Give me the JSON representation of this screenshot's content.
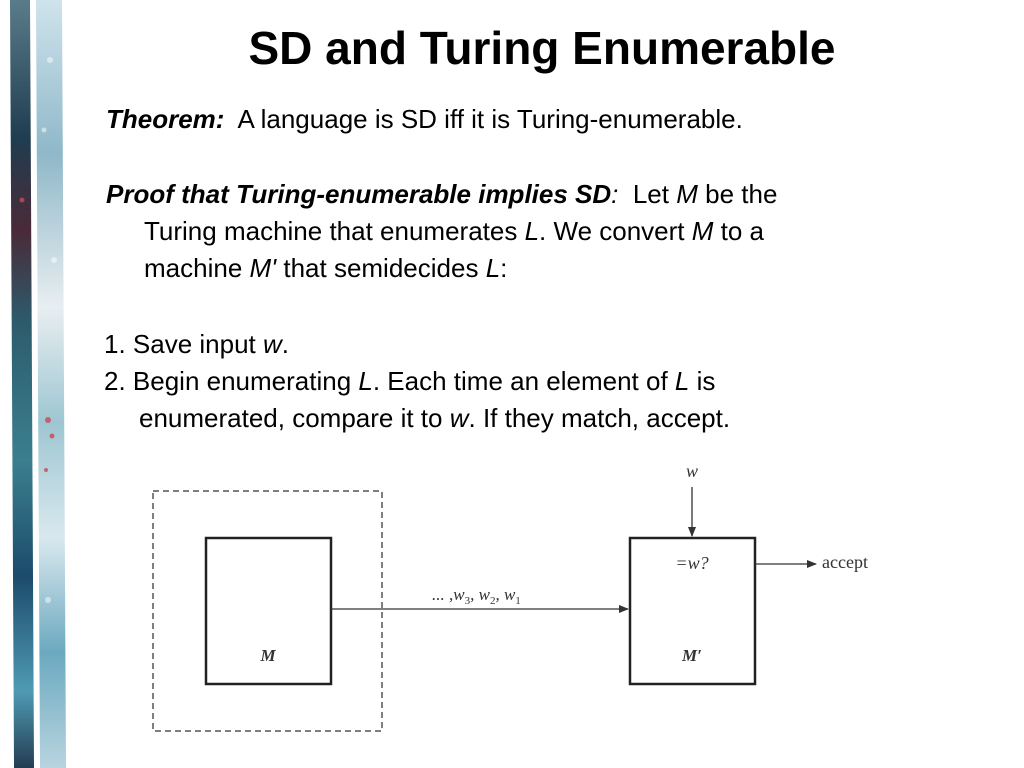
{
  "title": "SD and Turing Enumerable",
  "theorem": {
    "label": "Theorem:",
    "text": "A language is SD iff it is Turing-enumerable."
  },
  "proof": {
    "label": "Proof that Turing-enumerable implies SD",
    "colon": ":",
    "t1": "Let ",
    "M": "M",
    "t2": " be the",
    "t3": "Turing machine that enumerates ",
    "L": "L",
    "t4": ".  We convert ",
    "t5": " to a",
    "t6": "machine ",
    "Mprime": "M'",
    "t7": " that semidecides ",
    "t8": ":"
  },
  "steps": {
    "s1_a": "1. Save input ",
    "w": "w",
    "s1_b": ".",
    "s2_a": "2. Begin enumerating ",
    "L": "L",
    "s2_b": ".  Each time an element of ",
    "s2_c": " is",
    "s2_d": "enumerated, compare it to ",
    "s2_e": ".  If they match, accept."
  },
  "diagram": {
    "input_label": "w",
    "compare_label": "=w?",
    "output_label": "accept",
    "enum_prefix": "... ,",
    "enum_w3": "w",
    "enum_sub3": "3",
    "enum_w2": "w",
    "enum_sub2": "2",
    "enum_w1": "w",
    "enum_sub1": "1",
    "machine_label": "M",
    "machine_prime_label": "M′"
  },
  "colors": {
    "box_stroke": "#222222",
    "dashed_stroke": "#555555",
    "decor": [
      "#1d3b4f",
      "#3a7fa0",
      "#7fb6c9",
      "#c7e2ea",
      "#6e2b3a",
      "#2f6b55"
    ]
  }
}
